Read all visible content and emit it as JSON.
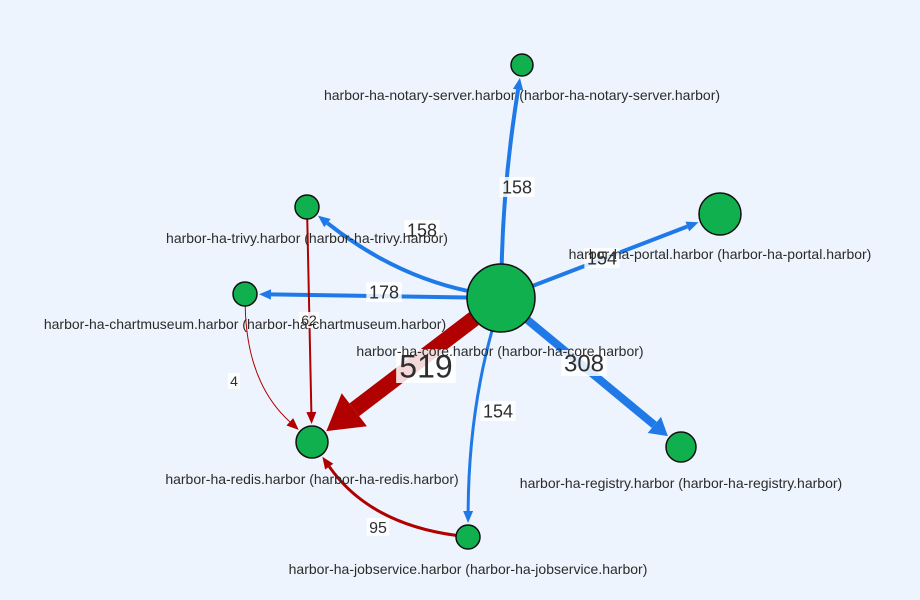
{
  "colors": {
    "background": "#eef4fd",
    "node_fill": "#11b04f",
    "edge_ok": "#1f7ae8",
    "edge_error": "#b00000"
  },
  "nodes": [
    {
      "id": "core",
      "label": "harbor-ha-core.harbor (harbor-ha-core.harbor)"
    },
    {
      "id": "notary",
      "label": "harbor-ha-notary-server.harbor (harbor-ha-notary-server.harbor)"
    },
    {
      "id": "trivy",
      "label": "harbor-ha-trivy.harbor (harbor-ha-trivy.harbor)"
    },
    {
      "id": "portal",
      "label": "harbor-ha-portal.harbor (harbor-ha-portal.harbor)"
    },
    {
      "id": "chartmuseum",
      "label": "harbor-ha-chartmuseum.harbor (harbor-ha-chartmuseum.harbor)"
    },
    {
      "id": "redis",
      "label": "harbor-ha-redis.harbor (harbor-ha-redis.harbor)"
    },
    {
      "id": "registry",
      "label": "harbor-ha-registry.harbor (harbor-ha-registry.harbor)"
    },
    {
      "id": "jobservice",
      "label": "harbor-ha-jobservice.harbor (harbor-ha-jobservice.harbor)"
    }
  ],
  "edges": [
    {
      "from": "core",
      "to": "notary",
      "label": "158",
      "kind": "ok"
    },
    {
      "from": "core",
      "to": "trivy",
      "label": "158",
      "kind": "ok"
    },
    {
      "from": "core",
      "to": "portal",
      "label": "154",
      "kind": "ok"
    },
    {
      "from": "core",
      "to": "chartmuseum",
      "label": "178",
      "kind": "ok"
    },
    {
      "from": "core",
      "to": "registry",
      "label": "308",
      "kind": "ok"
    },
    {
      "from": "core",
      "to": "jobservice",
      "label": "154",
      "kind": "ok"
    },
    {
      "from": "core",
      "to": "redis",
      "label": "519",
      "kind": "error"
    },
    {
      "from": "trivy",
      "to": "redis",
      "label": "62",
      "kind": "error"
    },
    {
      "from": "chartmuseum",
      "to": "redis",
      "label": "4",
      "kind": "error"
    },
    {
      "from": "jobservice",
      "to": "redis",
      "label": "95",
      "kind": "error"
    }
  ]
}
